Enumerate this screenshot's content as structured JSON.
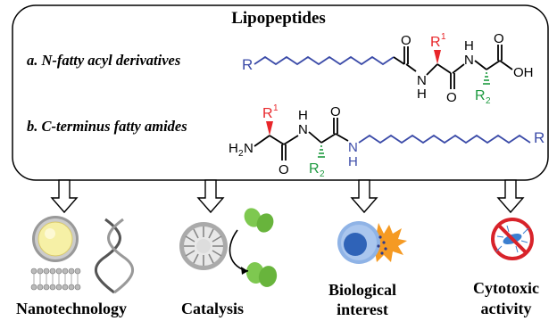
{
  "title": "Lipopeptides",
  "rows": {
    "a_label": "a. N-fatty acyl derivatives",
    "b_label": "b. C-terminus fatty amides"
  },
  "chem": {
    "R": "R",
    "R1": "R",
    "R1_sup": "1",
    "R2": "R",
    "R2_sub": "2",
    "O": "O",
    "N": "N",
    "H": "H",
    "OH": "OH",
    "H2N_H": "H",
    "H2N_2": "2",
    "H2N_N": "N"
  },
  "categories": {
    "nano": "Nanotechnology",
    "catalysis": "Catalysis",
    "bio_line1": "Biological",
    "bio_line2": "interest",
    "cyto_line1": "Cytotoxic",
    "cyto_line2": "activity"
  },
  "colors": {
    "chain_blue": "#3b4ba8",
    "r1_red": "#e8262a",
    "r2_green": "#1d9a3f",
    "micelle_yellow": "#f6f0a6",
    "cell_blue": "#2f63b8",
    "burst_orange": "#f59a23",
    "green_enzyme": "#7ec850",
    "no_sign_red": "#d8232a"
  }
}
